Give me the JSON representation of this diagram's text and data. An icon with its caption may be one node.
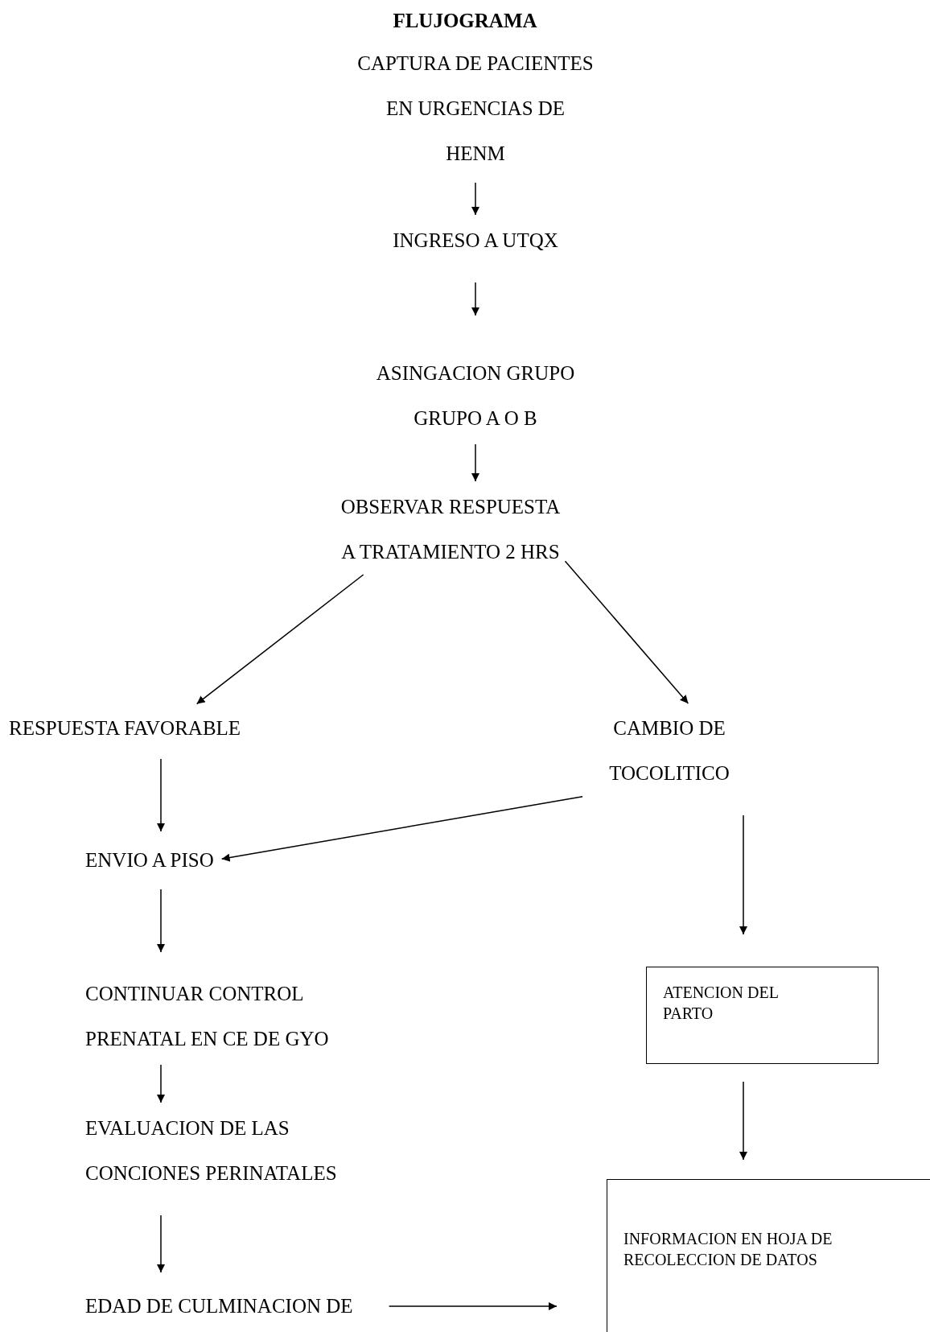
{
  "diagram": {
    "title": "FLUJOGRAMA",
    "nodes": [
      {
        "text": [
          "CAPTURA DE PACIENTES EN URGENCIAS DE HENM"
        ]
      },
      {
        "text": [
          "INGRESO A UTQX"
        ]
      },
      {
        "text": [
          "ASINGACION GRUPO GRUPO A O B"
        ]
      },
      {
        "text": [
          "OBSERVAR RESPUESTA A TRATAMIENTO 2 HRS"
        ]
      },
      {
        "text": [
          "RESPUESTA FAVORABLE"
        ]
      },
      {
        "text": [
          "CAMBIO DE TOCOLITICO"
        ]
      },
      {
        "text": [
          "ENVIO A PISO"
        ]
      },
      {
        "text": [
          "CONTINUAR CONTROL PRENATAL EN CE DE GYO"
        ]
      },
      {
        "text": [
          "EVALUACION DE LAS CONCIONES PERINATALES"
        ]
      },
      {
        "text": [
          "EDAD DE CULMINACION DE"
        ]
      },
      {
        "text": [
          "ATENCION DEL PARTO"
        ]
      },
      {
        "text": [
          "INFORMACION EN HOJA DE RECOLECCION DE DATOS"
        ]
      }
    ],
    "edges": [
      {
        "from": 0,
        "to": 1,
        "arrow": "to"
      },
      {
        "from": 1,
        "to": 2,
        "arrow": "to"
      },
      {
        "from": 2,
        "to": 3,
        "arrow": "to"
      },
      {
        "from": 3,
        "to": 4,
        "arrow": "to"
      },
      {
        "from": 3,
        "to": 5,
        "arrow": "to"
      },
      {
        "from": 4,
        "to": 6,
        "arrow": "to"
      },
      {
        "from": 5,
        "to": 6,
        "arrow": "to"
      },
      {
        "from": 5,
        "to": 10,
        "arrow": "to"
      },
      {
        "from": 6,
        "to": 7,
        "arrow": "to"
      },
      {
        "from": 7,
        "to": 8,
        "arrow": "to"
      },
      {
        "from": 8,
        "to": 9,
        "arrow": "to"
      },
      {
        "from": 10,
        "to": 11,
        "arrow": "to"
      },
      {
        "from": 9,
        "to": 11,
        "arrow": "to"
      }
    ]
  }
}
